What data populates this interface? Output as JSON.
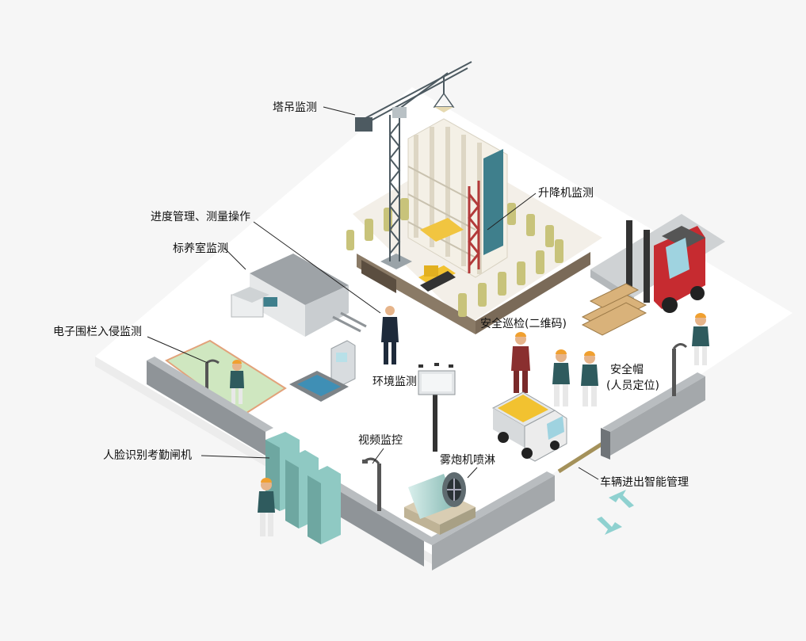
{
  "diagram": {
    "labels": {
      "tower_crane": "塔吊监测",
      "hoist": "升降机监测",
      "progress": "进度管理、测量操作",
      "curing_room": "标养室监测",
      "patrol": "安全巡检(二维码)",
      "fence": "电子围栏入侵监测",
      "environment": "环境监测",
      "helmet_line1": "安全帽",
      "helmet_line2": "(人员定位)",
      "face_gate": "人脸识别考勤闸机",
      "video": "视频监控",
      "fog_cannon": "雾炮机喷淋",
      "vehicle": "车辆进出智能管理"
    },
    "colors": {
      "ground": "#ffffff",
      "background": "#f6f6f6",
      "wall": "#8f9498",
      "wall_top": "#b9bdc0",
      "teal": "#2f6f7c",
      "crane": "#4d5a61",
      "tree": "#c8c37a",
      "forklift_red": "#c62b30",
      "gate_glass": "#8fc9c3",
      "fence_zone": "#cfe7c0",
      "water": "#3f8fb5",
      "hoist_red": "#b33a3a",
      "truck_load": "#f2c230",
      "arrow": "#8fd1d0"
    }
  }
}
